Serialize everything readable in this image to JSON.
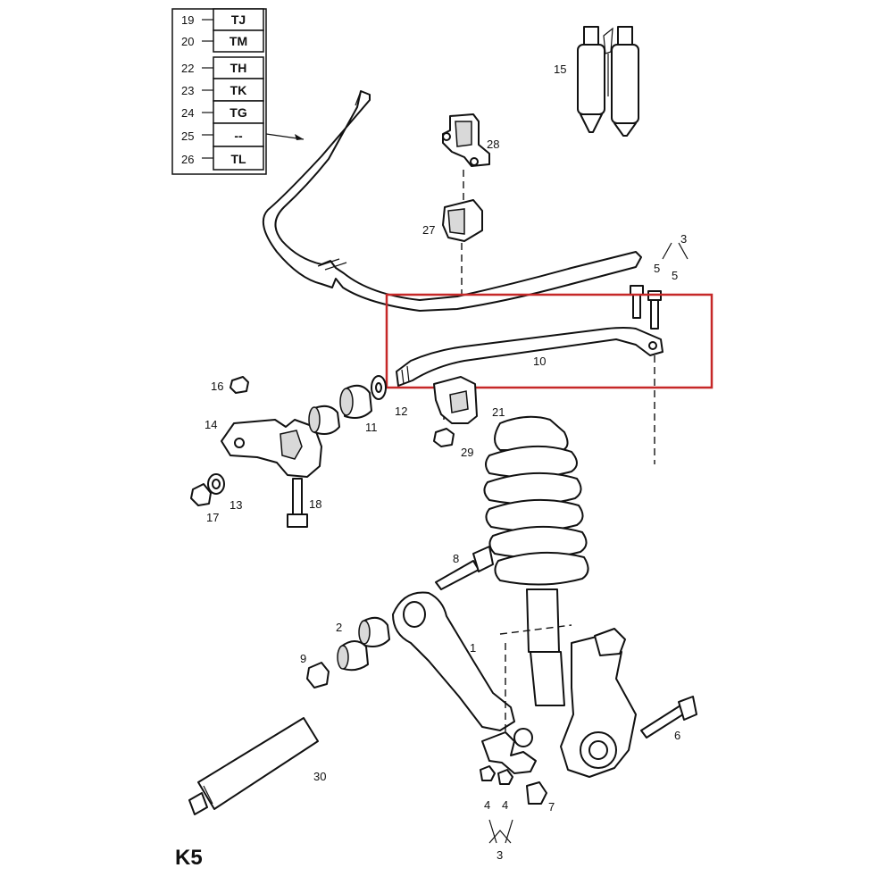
{
  "code_table": {
    "rows": [
      {
        "index": "19",
        "code": "TJ"
      },
      {
        "index": "20",
        "code": "TM"
      },
      {
        "index": "22",
        "code": "TH"
      },
      {
        "index": "23",
        "code": "TK"
      },
      {
        "index": "24",
        "code": "TG"
      },
      {
        "index": "25",
        "code": "--"
      },
      {
        "index": "26",
        "code": "TL"
      }
    ]
  },
  "callouts": {
    "p1": "1",
    "p2": "2",
    "p3_top": "3",
    "p3_bottom": "3",
    "p4_left": "4",
    "p4_right": "4",
    "p5_left": "5",
    "p5_right": "5",
    "p6": "6",
    "p7": "7",
    "p8": "8",
    "p9": "9",
    "p10": "10",
    "p11": "11",
    "p12": "12",
    "p13": "13",
    "p14": "14",
    "p15": "15",
    "p16": "16",
    "p17": "17",
    "p18": "18",
    "p21": "21",
    "p27": "27",
    "p28": "28",
    "p29": "29",
    "p30": "30"
  },
  "diagram_tag": "K5",
  "highlight": {
    "color": "#c62828"
  }
}
